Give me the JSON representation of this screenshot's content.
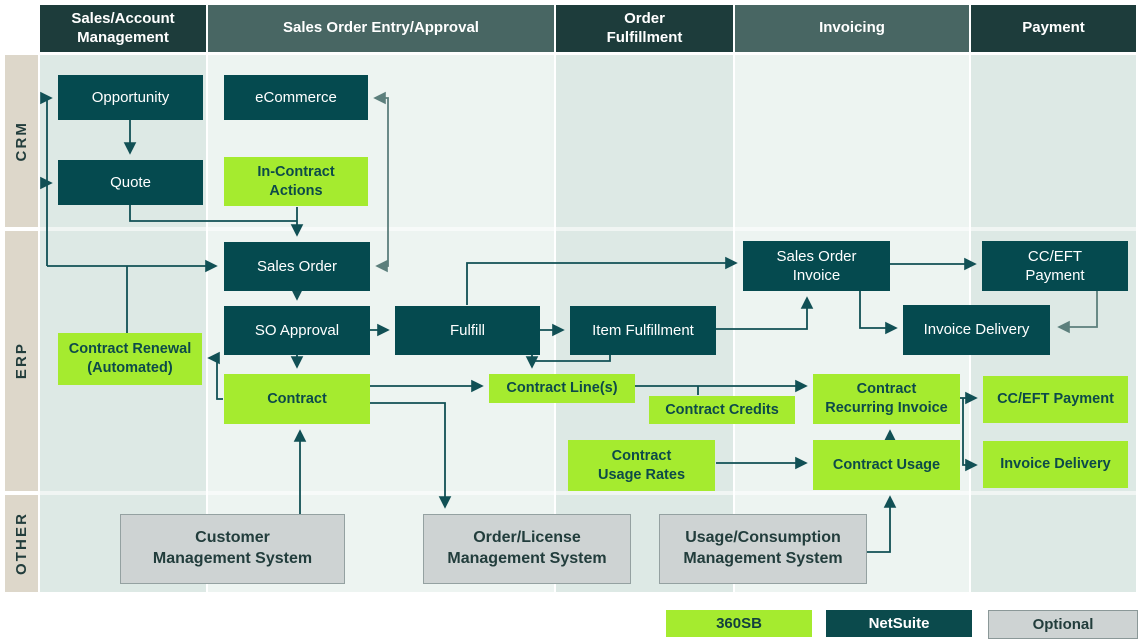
{
  "headers": [
    {
      "label": "Sales/Account\nManagement",
      "variant": "dark"
    },
    {
      "label": "Sales Order Entry/Approval",
      "variant": "medium"
    },
    {
      "label": "Order\nFulfillment",
      "variant": "dark"
    },
    {
      "label": "Invoicing",
      "variant": "medium"
    },
    {
      "label": "Payment",
      "variant": "dark"
    }
  ],
  "rows": [
    {
      "label": "CRM"
    },
    {
      "label": "ERP"
    },
    {
      "label": "OTHER"
    }
  ],
  "boxes": {
    "opportunity": {
      "label": "Opportunity",
      "category": "NetSuite"
    },
    "quote": {
      "label": "Quote",
      "category": "NetSuite"
    },
    "ecommerce": {
      "label": "eCommerce",
      "category": "NetSuite"
    },
    "in_contract_actions": {
      "label": "In-Contract\nActions",
      "category": "360SB"
    },
    "sales_order": {
      "label": "Sales Order",
      "category": "NetSuite"
    },
    "so_approval": {
      "label": "SO Approval",
      "category": "NetSuite"
    },
    "contract_renewal": {
      "label": "Contract Renewal\n(Automated)",
      "category": "360SB"
    },
    "contract": {
      "label": "Contract",
      "category": "360SB"
    },
    "fulfill": {
      "label": "Fulfill",
      "category": "NetSuite"
    },
    "item_fulfillment": {
      "label": "Item Fulfillment",
      "category": "NetSuite"
    },
    "contract_lines": {
      "label": "Contract Line(s)",
      "category": "360SB"
    },
    "contract_credits": {
      "label": "Contract Credits",
      "category": "360SB"
    },
    "contract_usage_rates": {
      "label": "Contract\nUsage Rates",
      "category": "360SB"
    },
    "sales_order_invoice": {
      "label": "Sales Order\nInvoice",
      "category": "NetSuite"
    },
    "cc_eft_payment": {
      "label": "CC/EFT\nPayment",
      "category": "NetSuite"
    },
    "invoice_delivery": {
      "label": "Invoice Delivery",
      "category": "NetSuite"
    },
    "contract_recurring_invoice": {
      "label": "Contract\nRecurring Invoice",
      "category": "360SB"
    },
    "cc_eft_payment_green": {
      "label": "CC/EFT Payment",
      "category": "360SB"
    },
    "contract_usage": {
      "label": "Contract Usage",
      "category": "360SB"
    },
    "invoice_delivery_green": {
      "label": "Invoice Delivery",
      "category": "360SB"
    },
    "customer_ms": {
      "label": "Customer\nManagement System",
      "category": "Optional"
    },
    "order_license_ms": {
      "label": "Order/License\nManagement System",
      "category": "Optional"
    },
    "usage_consumption_ms": {
      "label": "Usage/Consumption\nManagement System",
      "category": "Optional"
    }
  },
  "legend": [
    {
      "label": "360SB",
      "color": "#a5eb2f"
    },
    {
      "label": "NetSuite",
      "color": "#0b4a4c"
    },
    {
      "label": "Optional",
      "color": "#ced3d3"
    }
  ],
  "colors": {
    "netsuite_box": "#054a4f",
    "sb360_box": "#a5eb2f",
    "optional_box": "#ced3d3",
    "header_dark": "#1d3c3b",
    "header_medium": "#486663",
    "row_strip": "#ddd7ca",
    "column_tint_a": "#dde9e5",
    "column_tint_b": "#edf4f1",
    "connector": "#115055",
    "connector_muted": "#5c7f7c"
  }
}
